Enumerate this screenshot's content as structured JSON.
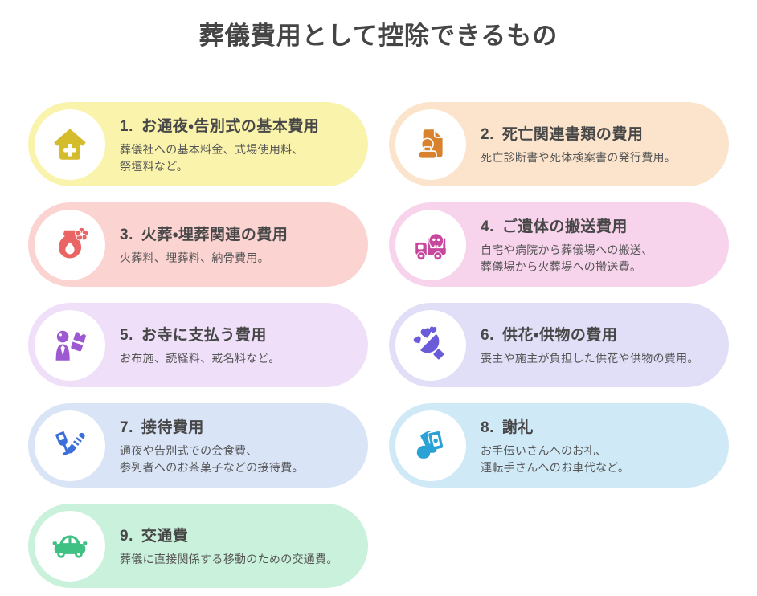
{
  "page": {
    "title": "葬儀費用として控除できるもの",
    "background_color": "#ffffff",
    "title_color": "#454545"
  },
  "cards": [
    {
      "number": "1.",
      "title": "お通夜・告別式の基本費用",
      "description": "葬儀社への基本料金、式場使用料、\n祭壇料など。",
      "icon": "funeral-home-icon",
      "bg_color": "#FAF3AC",
      "icon_color": "#D5BC2D"
    },
    {
      "number": "2.",
      "title": "死亡関連書類の費用",
      "description": "死亡診断書や死体検案書の発行費用。",
      "icon": "document-stamp-icon",
      "bg_color": "#FBE4CB",
      "icon_color": "#D8822E"
    },
    {
      "number": "3.",
      "title": "火葬・埋葬関連の費用",
      "description": "火葬料、埋葬料、納骨費用。",
      "icon": "cremation-urn-icon",
      "bg_color": "#FBD3D1",
      "icon_color": "#E96463"
    },
    {
      "number": "4.",
      "title": "ご遺体の搬送費用",
      "description": "自宅や病院から葬儀場への搬送、\n葬儀場から火葬場への搬送費。",
      "icon": "hearse-truck-icon",
      "bg_color": "#F8D4EC",
      "icon_color": "#C8479E"
    },
    {
      "number": "5.",
      "title": "お寺に支払う費用",
      "description": "お布施、読経料、戒名料など。",
      "icon": "monk-offering-icon",
      "bg_color": "#EFDFF9",
      "icon_color": "#9C59D1"
    },
    {
      "number": "6.",
      "title": "供花・供物の費用",
      "description": "喪主や施主が負担した供花や供物の費用。",
      "icon": "bouquet-icon",
      "bg_color": "#E1DFF7",
      "icon_color": "#6A5BD9"
    },
    {
      "number": "7.",
      "title": "接待費用",
      "description": "通夜や告別式での会食費、\n参列者へのお茶菓子などの接待費。",
      "icon": "dining-icon",
      "bg_color": "#D9E4F7",
      "icon_color": "#3C70D8"
    },
    {
      "number": "8.",
      "title": "謝礼",
      "description": "お手伝いさんへのお礼、\n運転手さんへのお車代など。",
      "icon": "money-hand-icon",
      "bg_color": "#D0E9F7",
      "icon_color": "#2AA2D6"
    },
    {
      "number": "9.",
      "title": "交通費",
      "description": "葬儀に直接関係する移動のための交通費。",
      "icon": "car-icon",
      "bg_color": "#CAF1DB",
      "icon_color": "#3FC184"
    }
  ]
}
